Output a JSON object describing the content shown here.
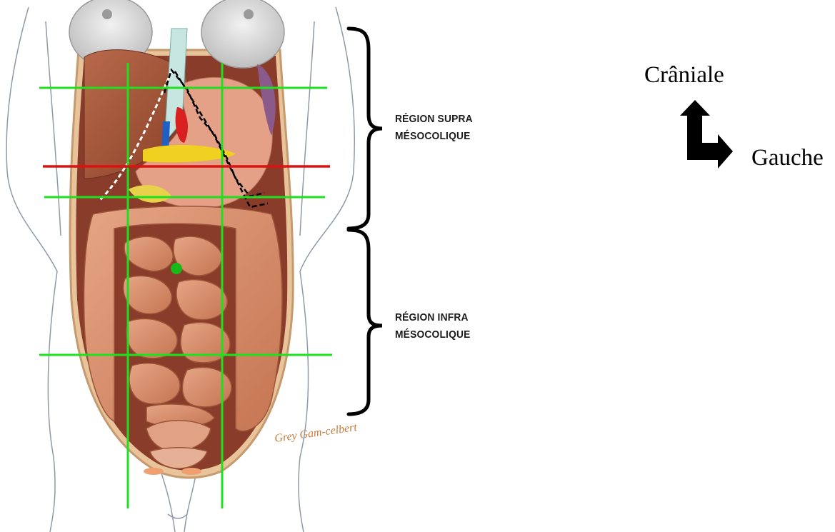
{
  "regions": {
    "supra": {
      "line1": "RÉGION SUPRA",
      "line2": "MÉSOCOLIQUE"
    },
    "infra": {
      "line1": "RÉGION INFRA",
      "line2": "MÉSOCOLIQUE"
    }
  },
  "orientation": {
    "cranial": "Crâniale",
    "left": "Gauche"
  },
  "signature": "Grey Gam-celbert",
  "colors": {
    "grid_green": "#1fe01f",
    "transpyloric_red": "#e01010",
    "organ_flesh": "#d9926e",
    "liver": "#a5583c",
    "stomach": "#e8a98c",
    "bracket": "#000000"
  },
  "icons": [
    "orientation-arrow-icon",
    "umbilicus-marker-icon"
  ]
}
